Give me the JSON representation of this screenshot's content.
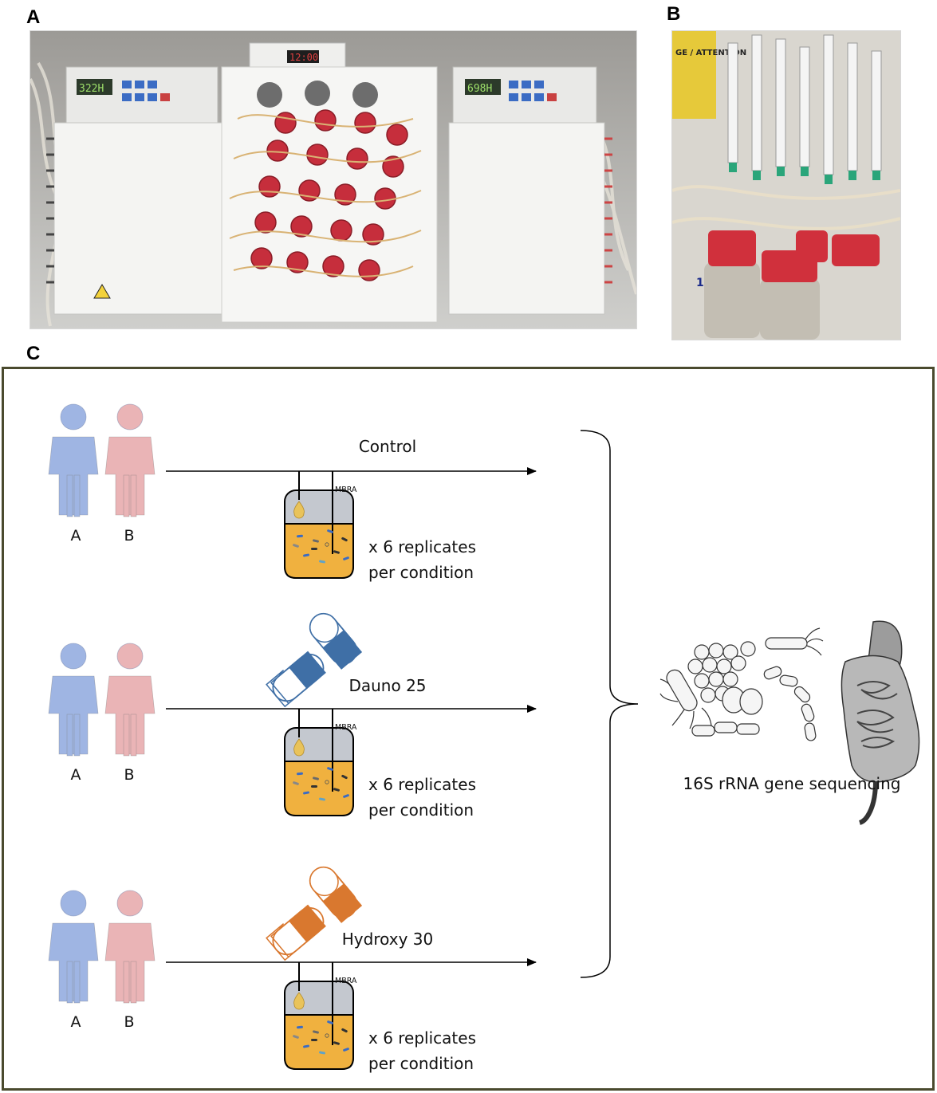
{
  "panels": {
    "a": {
      "letter": "A",
      "display_left": "322H",
      "display_center": "12:00",
      "display_right": "698H"
    },
    "b": {
      "letter": "B",
      "sign_text": "GE / ATTENTION",
      "bottle_number": "1"
    },
    "c": {
      "letter": "C"
    }
  },
  "rows": [
    {
      "condition": "Control",
      "has_pill": false,
      "pill_color": "",
      "reactor_label": "MBRA",
      "replicates_line1": "x 6 replicates",
      "replicates_line2": "per condition",
      "donor_a": "A",
      "donor_b": "B"
    },
    {
      "condition": "Dauno 25",
      "has_pill": true,
      "pill_color": "#3f6fa6",
      "reactor_label": "MBRA",
      "replicates_line1": "x 6 replicates",
      "replicates_line2": "per condition",
      "donor_a": "A",
      "donor_b": "B"
    },
    {
      "condition": "Hydroxy 30",
      "has_pill": true,
      "pill_color": "#d9782f",
      "reactor_label": "MBRA",
      "replicates_line1": "x 6 replicates",
      "replicates_line2": "per condition",
      "donor_a": "A",
      "donor_b": "B"
    }
  ],
  "result": {
    "label": "16S rRNA gene sequencing"
  },
  "colors": {
    "donor_a": "#9fb5e3",
    "donor_b": "#eab4b6",
    "medium": "#f0b13f",
    "reactor_gas": "#c4c8cf",
    "frame": "#4a4a2e"
  }
}
